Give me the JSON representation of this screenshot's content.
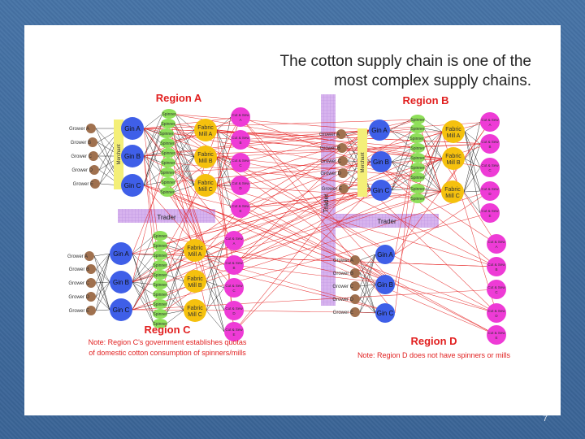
{
  "slide": {
    "title_line1": "The cotton supply chain is one of the",
    "title_line2": "most complex supply chains.",
    "slide_number": "7"
  },
  "regions": {
    "A": {
      "label": "Region A",
      "growers": [
        "Grower A",
        "Grower B",
        "Grower C",
        "Grower D",
        "Grower E"
      ],
      "gins": [
        "Gin A",
        "Gin B",
        "Gin C"
      ],
      "mills": [
        "Fabric Mill A",
        "Fabric Mill B",
        "Fabric Mill C"
      ],
      "cutsew": [
        "Cut & Sew A",
        "Cut & Sew B",
        "Cut & Sew C",
        "Cut & Sew D",
        "Cut & Sew E"
      ]
    },
    "B": {
      "label": "Region B",
      "growers": [
        "Grower A",
        "Grower B",
        "Grower C",
        "Grower D",
        "Grower E"
      ],
      "gins": [
        "Gin A",
        "Gin B",
        "Gin C"
      ],
      "mills": [
        "Fabric Mill A",
        "Fabric Mill B",
        "Fabric Mill C"
      ],
      "cutsew": [
        "Cut & Sew A",
        "Cut & Sew B",
        "Cut & Sew C",
        "Cut & Sew D",
        "Cut & Sew E"
      ]
    },
    "C": {
      "label": "Region C",
      "growers": [
        "Grower A",
        "Grower B",
        "Grower C",
        "Grower D",
        "Grower E"
      ],
      "gins": [
        "Gin A",
        "Gin B",
        "Gin C"
      ],
      "mills": [
        "Fabric Mill A",
        "Fabric Mill B",
        "Fabric Mill C"
      ],
      "cutsew": [
        "Cut & Sew A",
        "Cut & Sew B",
        "Cut & Sew C",
        "Cut & Sew D",
        "Cut & Sew E"
      ],
      "note_line1": "Note: Region C's government establishes quotas",
      "note_line2": "of domestic cotton consumption of spinners/mills"
    },
    "D": {
      "label": "Region D",
      "growers": [
        "Grower A",
        "Grower B",
        "Grower C",
        "Grower D",
        "Grower E"
      ],
      "gins": [
        "Gin A",
        "Gin B",
        "Gin C"
      ],
      "cutsew": [
        "Cut & Sew A",
        "Cut & Sew B",
        "Cut & Sew C",
        "Cut & Sew D",
        "Cut & Sew E"
      ],
      "note": "Note: Region D does not have spinners or mills"
    }
  },
  "spinner_label": "Spinner",
  "merchant_label": "Merchant",
  "trader_label": "Trader",
  "colors": {
    "grower": "#a0714f",
    "gin": "#3f5fe8",
    "spinner": "#8fe05a",
    "mill": "#f5c10e",
    "cutsew": "#ee3bd6",
    "trader": "#d7b3ee",
    "merchant": "#f4ef78",
    "flow_red": "#e51e1e",
    "flow_black": "#111111",
    "region_red": "#e11f1f"
  }
}
